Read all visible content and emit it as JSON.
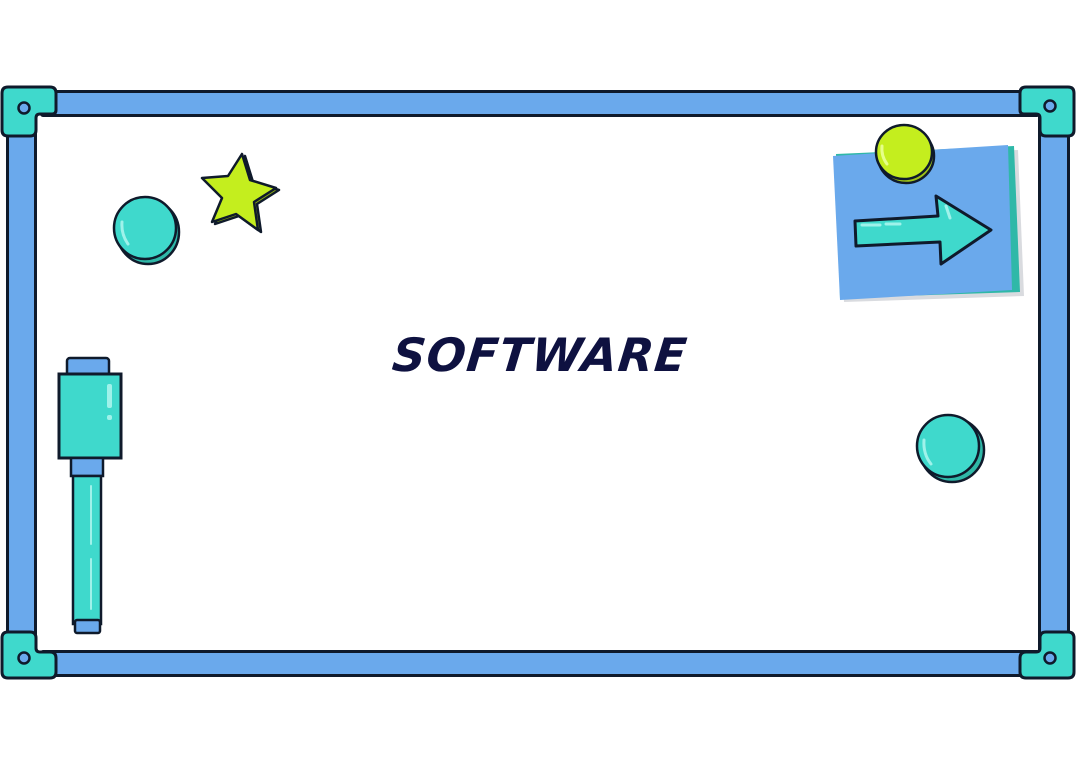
{
  "scene": {
    "type": "whiteboard-animation-frame",
    "title_text": "SOFTWARE"
  },
  "colors": {
    "frame_blue": "#6aa9ec",
    "corner_teal": "#3fd9cc",
    "outline": "#0f1a2b",
    "text_navy": "#0e1140",
    "lime": "#c4ee1e",
    "sticky_note_blue": "#6aa9ec",
    "sticky_shadow_teal": "#2fb8a8",
    "arrow_teal": "#3fd9cc",
    "background": "#ffffff"
  },
  "objects": {
    "corners": [
      "top-left-corner-bracket",
      "top-right-corner-bracket",
      "bottom-left-corner-bracket",
      "bottom-right-corner-bracket"
    ],
    "magnets": [
      "teal-magnet-top-left",
      "lime-star-magnet",
      "lime-magnet-on-note",
      "teal-magnet-right"
    ],
    "sticky_note": {
      "icon": "right-arrow-icon"
    },
    "marker": {
      "color": "teal",
      "cap_color": "blue"
    }
  }
}
